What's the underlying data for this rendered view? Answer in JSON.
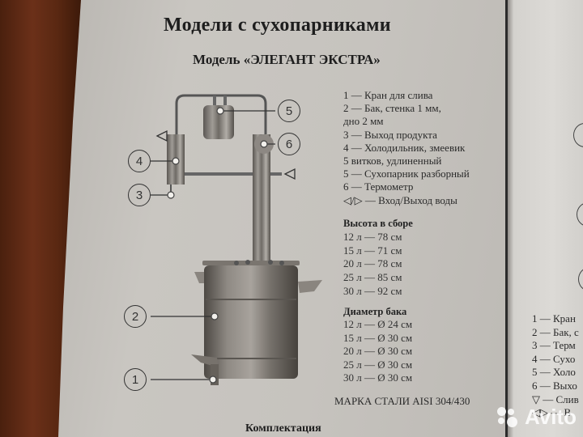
{
  "document": {
    "title": "Модели с сухопарниками",
    "subtitle": "Модель «ЭЛЕГАНТ ЭКСТРА»",
    "legend": [
      "1 — Кран для слива",
      "2 — Бак, стенка 1 мм,",
      "дно 2 мм",
      "3 — Выход продукта",
      "4 — Холодильник, змеевик",
      "5 витков, удлиненный",
      "5 — Сухопарник разборный",
      "6 — Термометр",
      "◁/▷ — Вход/Выход воды"
    ],
    "heights": {
      "heading": "Высота в сборе",
      "rows": [
        "12 л — 78 см",
        "15 л — 71 см",
        "20 л — 78 см",
        "25 л — 85 см",
        "30 л — 92 см"
      ]
    },
    "diameters": {
      "heading": "Диаметр бака",
      "rows": [
        "12 л — Ø 24 см",
        "15 л — Ø 30 см",
        "20 л — Ø 30 см",
        "25 л — Ø 30 см",
        "30 л — Ø 30 см"
      ]
    },
    "steel_grade": "МАРКА СТАЛИ AISI 304/430",
    "section_next": "Комплектация",
    "callouts": [
      "1",
      "2",
      "3",
      "4",
      "5",
      "6"
    ]
  },
  "next_page": {
    "legend": [
      "1 — Кран",
      "2 — Бак, с",
      "3 — Терм",
      "4 — Сухо",
      "5 — Холо",
      "6 — Выхо",
      "▽ — Слив",
      "◁▷ — В"
    ]
  },
  "watermark": {
    "text": "Avito"
  },
  "colors": {
    "paper": "#c6c3be",
    "ink": "#1e1e1e",
    "wood": "#5a2a14"
  }
}
